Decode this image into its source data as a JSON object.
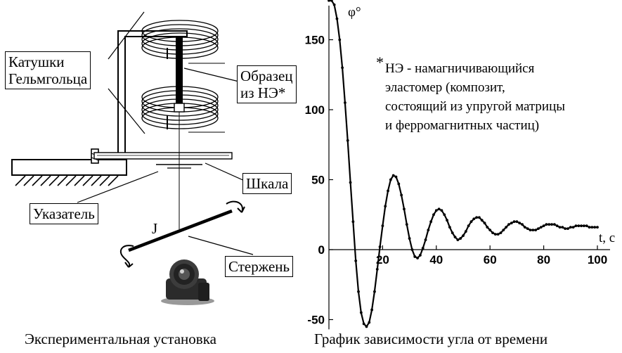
{
  "setup": {
    "labels": {
      "coils": "Катушки\nГельмгольца",
      "sample": "Образец\nиз НЭ*",
      "scale": "Шкала",
      "pointer": "Указатель",
      "rod": "Стержень",
      "j": "J"
    },
    "caption": "Экспериментальная установка"
  },
  "graph": {
    "caption": "График зависимости угла от времени",
    "note_star": "*",
    "note_lines": [
      "НЭ - намагничивающийся",
      "эластомер (композит,",
      "состоящий из упругой матрицы",
      "и ферромагнитных частиц)"
    ]
  },
  "chart_data": {
    "type": "line",
    "xlabel": "t, c",
    "ylabel": "φ°",
    "xlim": [
      0,
      100
    ],
    "ylim": [
      -57,
      182
    ],
    "xticks": [
      20,
      40,
      60,
      80,
      100
    ],
    "yticks": [
      -50,
      0,
      50,
      100,
      150
    ],
    "grid": false,
    "series": [
      {
        "color": "#000000",
        "x": [
          0,
          1,
          2,
          3,
          4,
          5,
          6,
          7,
          8,
          9,
          10,
          11,
          12,
          13,
          14,
          15,
          16,
          17,
          18,
          19,
          20,
          21,
          22,
          23,
          24,
          25,
          26,
          27,
          28,
          29,
          30,
          31,
          32,
          33,
          34,
          35,
          36,
          37,
          38,
          39,
          40,
          41,
          42,
          43,
          44,
          45,
          46,
          47,
          48,
          49,
          50,
          51,
          52,
          53,
          54,
          55,
          56,
          57,
          58,
          59,
          60,
          61,
          62,
          63,
          64,
          65,
          66,
          67,
          68,
          69,
          70,
          71,
          72,
          73,
          74,
          75,
          76,
          77,
          78,
          79,
          80,
          81,
          82,
          83,
          84,
          85,
          86,
          87,
          88,
          89,
          90,
          91,
          92,
          93,
          94,
          95,
          96,
          97,
          98,
          99,
          100
        ],
        "y": [
          178,
          178,
          175,
          165,
          150,
          130,
          105,
          78,
          48,
          20,
          -8,
          -30,
          -45,
          -53,
          -55,
          -52,
          -43,
          -30,
          -14,
          2,
          17,
          31,
          42,
          50,
          53,
          52,
          47,
          39,
          29,
          18,
          8,
          0,
          -5,
          -6,
          -4,
          1,
          7,
          14,
          20,
          25,
          28,
          29,
          28,
          25,
          21,
          16,
          12,
          9,
          7,
          8,
          10,
          13,
          17,
          20,
          22,
          23,
          23,
          21,
          19,
          16,
          14,
          12,
          11,
          11,
          12,
          14,
          16,
          18,
          19,
          20,
          20,
          19,
          18,
          16,
          15,
          14,
          14,
          14,
          15,
          16,
          17,
          18,
          18,
          18,
          18,
          17,
          16,
          16,
          15,
          15,
          16,
          16,
          17,
          17,
          17,
          17,
          17,
          16,
          16,
          16,
          16
        ]
      }
    ]
  }
}
